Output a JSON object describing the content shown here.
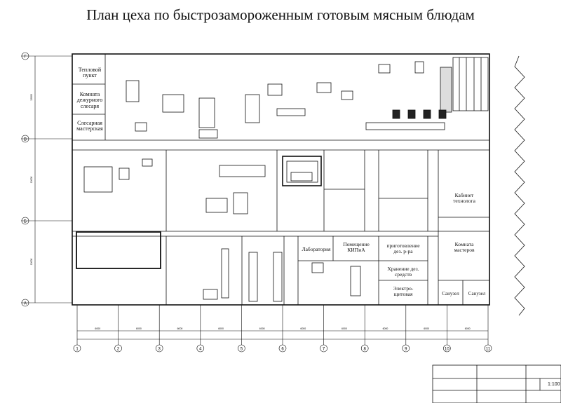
{
  "title": "План цеха по быстрозамороженным готовым мясным блюдам",
  "rooms": {
    "teplovoy": "Тепловой\nпункт",
    "dezhurny": "Комната\nдежурного\nслесаря",
    "slesarnaya": "Слесарная\nмастерская",
    "laboratoriya": "Лаборатория",
    "kipia": "Помещение\nКИПиА",
    "prigotovlenie": "приготовление\nдез. р-ра",
    "hranenie": "Хранение дез.\nсредств",
    "elektro": "Электро-\nщитовая",
    "kabinet": "Кабинет\nтехнолога",
    "masterov": "Комната\nмастеров",
    "sanuzel1": "Санузел",
    "sanuzel2": "Санузел"
  },
  "axes": {
    "columns": [
      "1",
      "2",
      "3",
      "4",
      "5",
      "6",
      "7",
      "8",
      "9",
      "10",
      "11"
    ],
    "rows": [
      "Г",
      "В",
      "Б",
      "А"
    ],
    "span_label": "6000",
    "bay_label": "12000"
  },
  "stamp": {
    "scale": "1:100"
  }
}
